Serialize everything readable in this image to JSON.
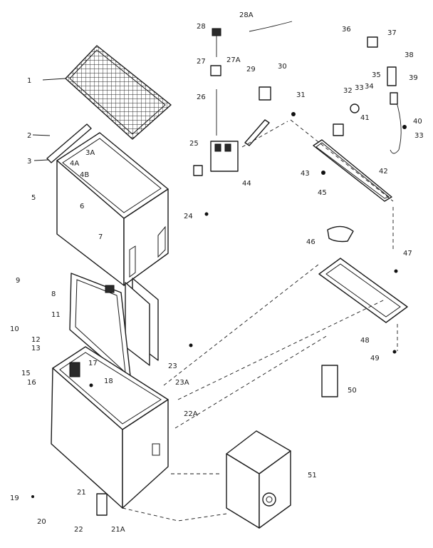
{
  "callouts": {
    "c1": "1",
    "c2": "2",
    "c3": "3",
    "c3a": "3A",
    "c4a": "4A",
    "c4b": "4B",
    "c5": "5",
    "c6": "6",
    "c7": "7",
    "c8": "8",
    "c9": "9",
    "c10": "10",
    "c11": "11",
    "c12": "12",
    "c13": "13",
    "c15": "15",
    "c16": "16",
    "c17": "17",
    "c18": "18",
    "c19": "19",
    "c20": "20",
    "c21": "21",
    "c21a": "21A",
    "c22": "22",
    "c22a": "22A",
    "c23": "23",
    "c23a": "23A",
    "c24": "24",
    "c25": "25",
    "c26": "26",
    "c27": "27",
    "c27a": "27A",
    "c28": "28",
    "c28a": "28A",
    "c29": "29",
    "c30": "30",
    "c31": "31",
    "c32": "32",
    "c33": "33",
    "c33b": "33",
    "c34": "34",
    "c35": "35",
    "c36": "36",
    "c37": "37",
    "c38": "38",
    "c39": "39",
    "c40": "40",
    "c41": "41",
    "c42": "42",
    "c43": "43",
    "c44": "44",
    "c45": "45",
    "c46": "46",
    "c47": "47",
    "c48": "48",
    "c49": "49",
    "c50": "50",
    "c51": "51"
  }
}
